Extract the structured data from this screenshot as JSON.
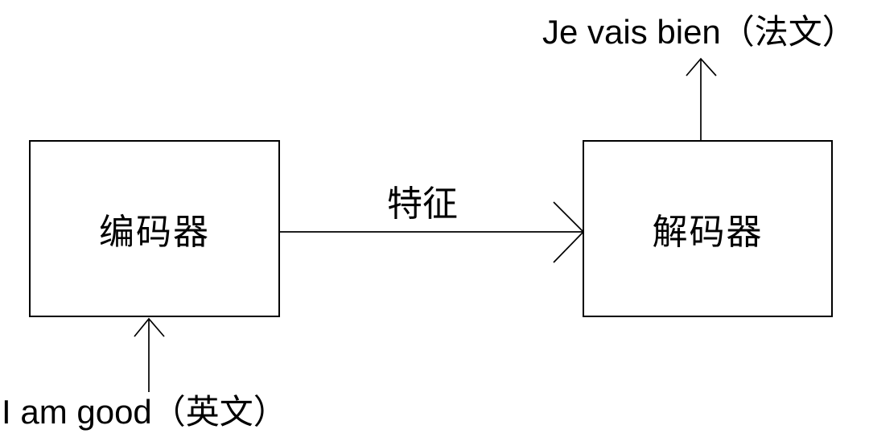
{
  "diagram": {
    "type": "flow",
    "colors": {
      "background": "#ffffff",
      "line": "#000000",
      "text": "#000000"
    },
    "nodes": {
      "encoder": {
        "label": "编码器"
      },
      "decoder": {
        "label": "解码器"
      }
    },
    "edges": {
      "encoder_to_decoder": {
        "label": "特征",
        "direction": "right"
      },
      "input_to_encoder": {
        "label": "",
        "direction": "up"
      },
      "decoder_to_output": {
        "label": "",
        "direction": "up"
      }
    },
    "input": {
      "label": "I am good（英文）"
    },
    "output": {
      "label": "Je vais bien（法文）"
    }
  }
}
